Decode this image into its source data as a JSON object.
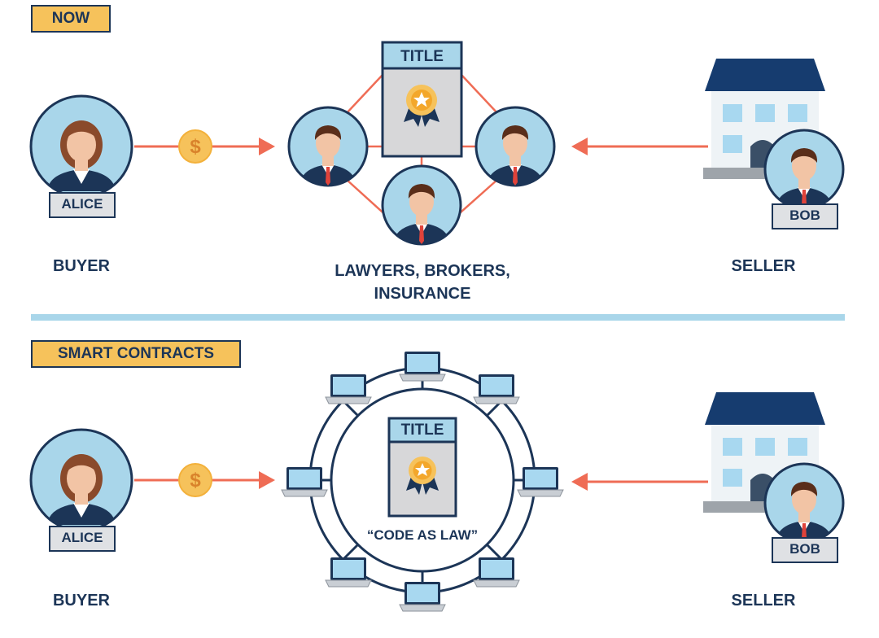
{
  "top_section": {
    "tag": "NOW",
    "buyer": {
      "name": "ALICE",
      "role": "BUYER"
    },
    "middle": {
      "document_title": "TITLE",
      "caption_line1": "LAWYERS, BROKERS,",
      "caption_line2": "INSURANCE"
    },
    "seller": {
      "name": "BOB",
      "role": "SELLER"
    },
    "payment_symbol": "$"
  },
  "bottom_section": {
    "tag": "SMART CONTRACTS",
    "buyer": {
      "name": "ALICE",
      "role": "BUYER"
    },
    "middle": {
      "document_title": "TITLE",
      "motto": "“CODE AS LAW”"
    },
    "seller": {
      "name": "BOB",
      "role": "SELLER"
    },
    "payment_symbol": "$"
  },
  "colors": {
    "navy": "#1c3557",
    "circle_fill": "#a9d6ea",
    "tag_fill": "#f6c25b",
    "arrow": "#ef6c55",
    "divider": "#a9d6ea",
    "coin": "#f6c25b",
    "document_fill": "#d7d7d9",
    "house_roof": "#163c6f",
    "window": "#a8d8f0"
  },
  "icons": [
    "person-icon",
    "coin-icon",
    "arrow-icon",
    "document-icon",
    "medal-icon",
    "house-icon",
    "laptop-icon"
  ]
}
